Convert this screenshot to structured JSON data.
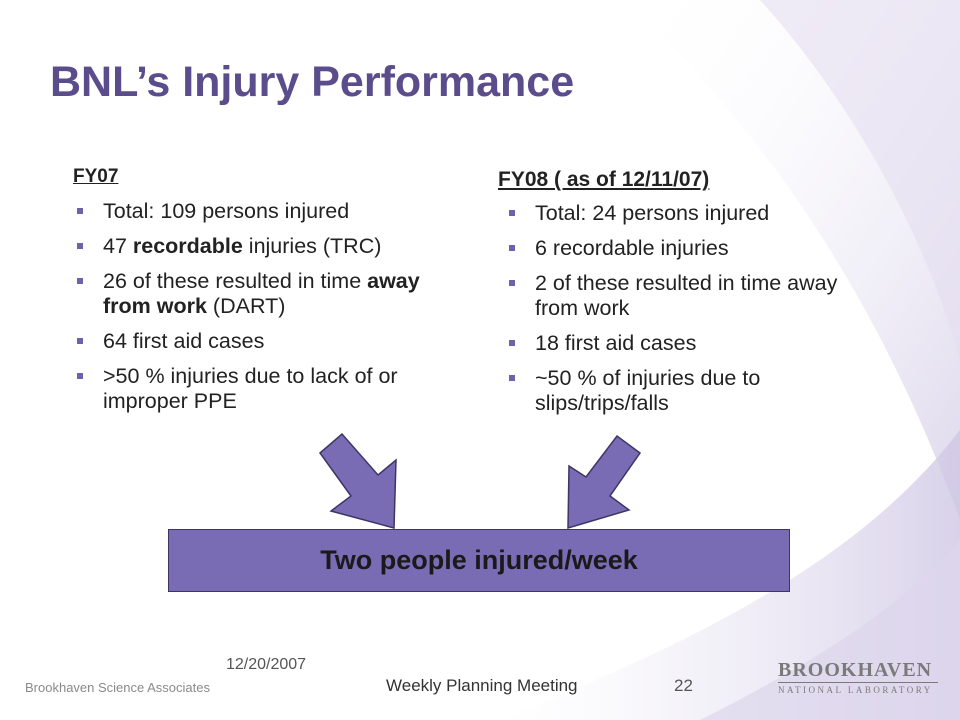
{
  "slide": {
    "title": "BNL’s Injury Performance"
  },
  "fy07": {
    "heading": "FY07",
    "items": [
      {
        "parts": [
          {
            "text": "Total: 109 persons injured",
            "bold": false
          }
        ]
      },
      {
        "parts": [
          {
            "text": "47 ",
            "bold": false
          },
          {
            "text": "recordable",
            "bold": true
          },
          {
            "text": " injuries (TRC)",
            "bold": false
          }
        ]
      },
      {
        "parts": [
          {
            "text": "26 of these resulted in time ",
            "bold": false
          },
          {
            "text": "away from work",
            "bold": true
          },
          {
            "text": " (DART)",
            "bold": false
          }
        ]
      },
      {
        "parts": [
          {
            "text": "64 first aid cases",
            "bold": false
          }
        ]
      },
      {
        "parts": [
          {
            "text": ">50 % injuries due to lack of or improper PPE",
            "bold": false
          }
        ]
      }
    ]
  },
  "fy08": {
    "heading": "FY08 ( as of 12/11/07)",
    "items": [
      {
        "parts": [
          {
            "text": "Total: 24 persons injured",
            "bold": false
          }
        ]
      },
      {
        "parts": [
          {
            "text": "6 recordable injuries",
            "bold": false
          }
        ]
      },
      {
        "parts": [
          {
            "text": "2 of these resulted in time away from work",
            "bold": false
          }
        ]
      },
      {
        "parts": [
          {
            "text": "18  first aid cases",
            "bold": false
          }
        ]
      },
      {
        "parts": [
          {
            "text": "~50 % of injuries due to slips/trips/falls",
            "bold": false
          }
        ]
      }
    ]
  },
  "summary": {
    "text": "Two people injured/week"
  },
  "footer": {
    "org": "Brookhaven Science Associates",
    "date": "12/20/2007",
    "meeting": "Weekly Planning Meeting",
    "page": "22",
    "logo_top": "BROOKHAVEN",
    "logo_bottom": "NATIONAL LABORATORY"
  },
  "colors": {
    "title": "#5b4d8c",
    "bullet": "#6f62a8",
    "box_fill": "#7a6cb4",
    "arrow_fill": "#7a6cb4"
  }
}
